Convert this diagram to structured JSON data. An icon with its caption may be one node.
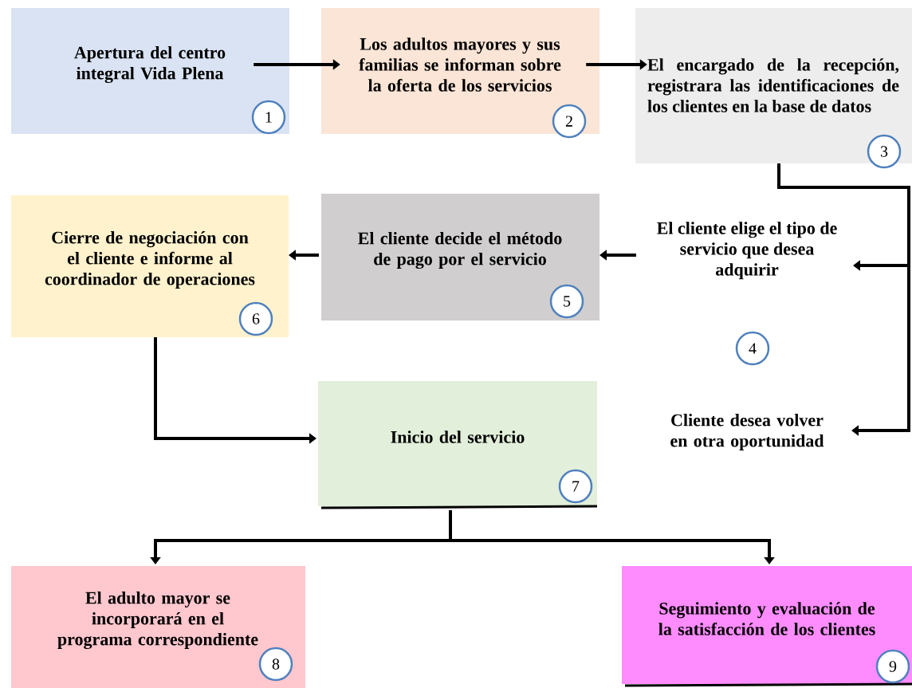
{
  "diagram": {
    "nodes": [
      {
        "text": [
          "Apertura del centro integral Vida Plena",
          "1"
        ]
      },
      {
        "text": [
          "Los adultos mayores y sus familias se informan sobre la oferta de los servicios",
          "2"
        ]
      },
      {
        "text": [
          "El encargado de la recepción, registrara las identificaciones de los clientes en la base de datos",
          "3"
        ]
      },
      {
        "text": [
          "El cliente elige el tipo de servicio que desea adquirir",
          "4"
        ]
      },
      {
        "text": [
          "Cliente desea volver en otra oportunidad"
        ]
      },
      {
        "text": [
          "El cliente decide el método de pago por el servicio",
          "5"
        ]
      },
      {
        "text": [
          "Cierre de negociación con el cliente e informe al coordinador de operaciones",
          "6"
        ]
      },
      {
        "text": [
          "Inicio del servicio",
          "7"
        ]
      },
      {
        "text": [
          "El adulto mayor se incorporará en el programa correspondiente",
          "8"
        ]
      },
      {
        "text": [
          "Seguimiento y evaluación de la satisfacción de los clientes",
          "9"
        ]
      }
    ],
    "edges": [
      {
        "from": 0,
        "to": 1,
        "arrow": "to"
      },
      {
        "from": 1,
        "to": 2,
        "arrow": "to"
      },
      {
        "from": 2,
        "to": 3,
        "arrow": "to"
      },
      {
        "from": 2,
        "to": 4,
        "arrow": "to"
      },
      {
        "from": 3,
        "to": 5,
        "arrow": "to"
      },
      {
        "from": 5,
        "to": 6,
        "arrow": "to"
      },
      {
        "from": 6,
        "to": 7,
        "arrow": "to"
      },
      {
        "from": 7,
        "to": 8,
        "arrow": "to"
      },
      {
        "from": 7,
        "to": 9,
        "arrow": "to"
      }
    ]
  }
}
